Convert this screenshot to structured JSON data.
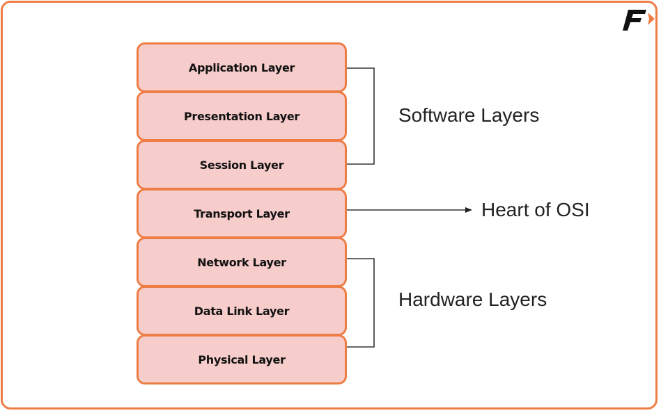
{
  "diagram": {
    "title": "OSI Model Layers",
    "layers": [
      {
        "name": "Application Layer"
      },
      {
        "name": "Presentation Layer"
      },
      {
        "name": "Session Layer"
      },
      {
        "name": "Transport Layer"
      },
      {
        "name": "Network Layer"
      },
      {
        "name": "Data Link Layer"
      },
      {
        "name": "Physical Layer"
      }
    ],
    "groups": [
      {
        "label": "Software Layers",
        "from_layer": "Application Layer",
        "to_layer": "Session Layer",
        "connector": "bracket"
      },
      {
        "label": "Heart of OSI",
        "from_layer": "Transport Layer",
        "to_layer": "Transport Layer",
        "connector": "arrow"
      },
      {
        "label": "Hardware Layers",
        "from_layer": "Network Layer",
        "to_layer": "Physical Layer",
        "connector": "bracket"
      }
    ],
    "colors": {
      "accent": "#ED7D45",
      "layer_fill": "#F7CDCC",
      "connector": "#333333"
    }
  },
  "branding": {
    "logo_icon": "f-arrow-logo-icon"
  }
}
